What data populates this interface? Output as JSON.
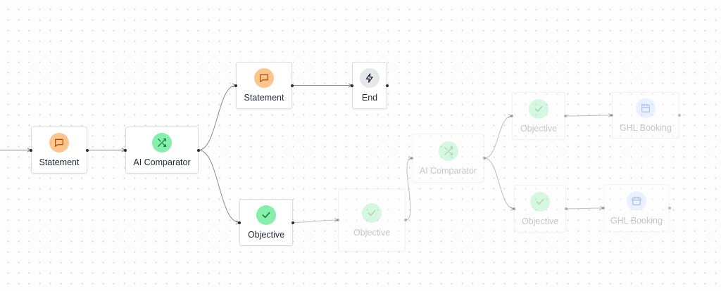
{
  "nodes": [
    {
      "id": "n1",
      "type": "statement",
      "label": "Statement",
      "icon": "chat-bubble-icon",
      "faded": false
    },
    {
      "id": "n2",
      "type": "comparator",
      "label": "AI Comparator",
      "icon": "shuffle-icon",
      "faded": false
    },
    {
      "id": "n3",
      "type": "statement",
      "label": "Statement",
      "icon": "chat-bubble-icon",
      "faded": false
    },
    {
      "id": "n4",
      "type": "end",
      "label": "End",
      "icon": "lightning-icon",
      "faded": false
    },
    {
      "id": "n5",
      "type": "objective",
      "label": "Objective",
      "icon": "check-icon",
      "faded": false
    },
    {
      "id": "n6",
      "type": "objective",
      "label": "Objective",
      "icon": "check-icon",
      "faded": true
    },
    {
      "id": "n7",
      "type": "comparator",
      "label": "AI Comparator",
      "icon": "shuffle-icon",
      "faded": true
    },
    {
      "id": "n8",
      "type": "objective",
      "label": "Objective",
      "icon": "check-icon",
      "faded": true
    },
    {
      "id": "n9",
      "type": "booking",
      "label": "GHL Booking",
      "icon": "calendar-icon",
      "faded": true
    },
    {
      "id": "n10",
      "type": "objective",
      "label": "Objective",
      "icon": "check-icon",
      "faded": true
    },
    {
      "id": "n11",
      "type": "booking",
      "label": "GHL Booking",
      "icon": "calendar-icon",
      "faded": true
    }
  ],
  "edges": [
    {
      "from": "start",
      "to": "n1"
    },
    {
      "from": "n1",
      "to": "n2"
    },
    {
      "from": "n2",
      "to": "n3"
    },
    {
      "from": "n3",
      "to": "n4"
    },
    {
      "from": "n2",
      "to": "n5"
    },
    {
      "from": "n5",
      "to": "n6"
    },
    {
      "from": "n6",
      "to": "n7"
    },
    {
      "from": "n7",
      "to": "n8"
    },
    {
      "from": "n8",
      "to": "n9"
    },
    {
      "from": "n7",
      "to": "n10"
    },
    {
      "from": "n10",
      "to": "n11"
    }
  ],
  "colors": {
    "statement": "#fdc58e",
    "comparator": "#86efac",
    "objective": "#86efac",
    "end": "#e5e7eb",
    "booking": "#bfdbfe",
    "edge": "#8a8a8a"
  }
}
